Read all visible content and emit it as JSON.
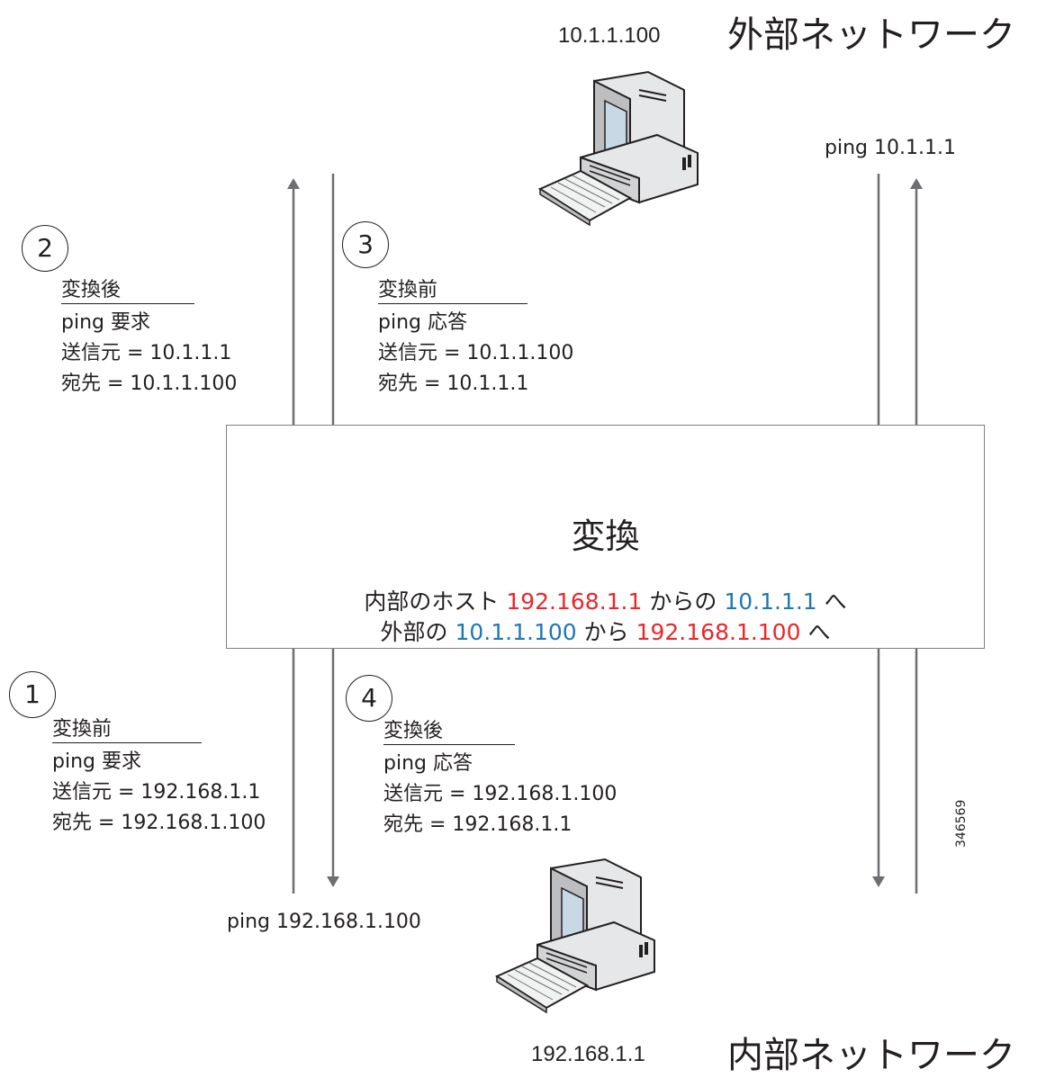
{
  "external_network": {
    "label": "外部ネットワーク",
    "host_ip": "10.1.1.100"
  },
  "internal_network": {
    "label": "内部ネットワーク",
    "host_ip": "192.168.1.1"
  },
  "ping_external": "ping 10.1.1.1",
  "ping_internal": "ping 192.168.1.100",
  "translation": {
    "title": "変換",
    "line1": {
      "pre": "内部のホスト ",
      "inside_ip": "192.168.1.1",
      "mid": " からの ",
      "mapped_ip": "10.1.1.1",
      "post": " へ"
    },
    "line2": {
      "pre": "外部の ",
      "outside_ip": "10.1.1.100",
      "mid": " から ",
      "mapped_ip": "192.168.1.100",
      "post": " へ"
    }
  },
  "steps": [
    {
      "number": "1",
      "title": "変換前",
      "msg": "ping 要求",
      "src": "送信元 = 192.168.1.1",
      "dst": "宛先 = 192.168.1.100"
    },
    {
      "number": "2",
      "title": "変換後",
      "msg": "ping 要求",
      "src": "送信元 = 10.1.1.1",
      "dst": "宛先 = 10.1.1.100"
    },
    {
      "number": "3",
      "title": "変換前",
      "msg": "ping 応答",
      "src": "送信元 = 10.1.1.100",
      "dst": "宛先 = 10.1.1.1"
    },
    {
      "number": "4",
      "title": "変換後",
      "msg": "ping 応答",
      "src": "送信元 = 192.168.1.100",
      "dst": "宛先 = 192.168.1.1"
    }
  ],
  "figure_id": "346569",
  "colors": {
    "inside_ip": "#e8282b",
    "mapped_ip": "#1f77b4",
    "line": "#6d6e71",
    "text": "#231f20"
  }
}
